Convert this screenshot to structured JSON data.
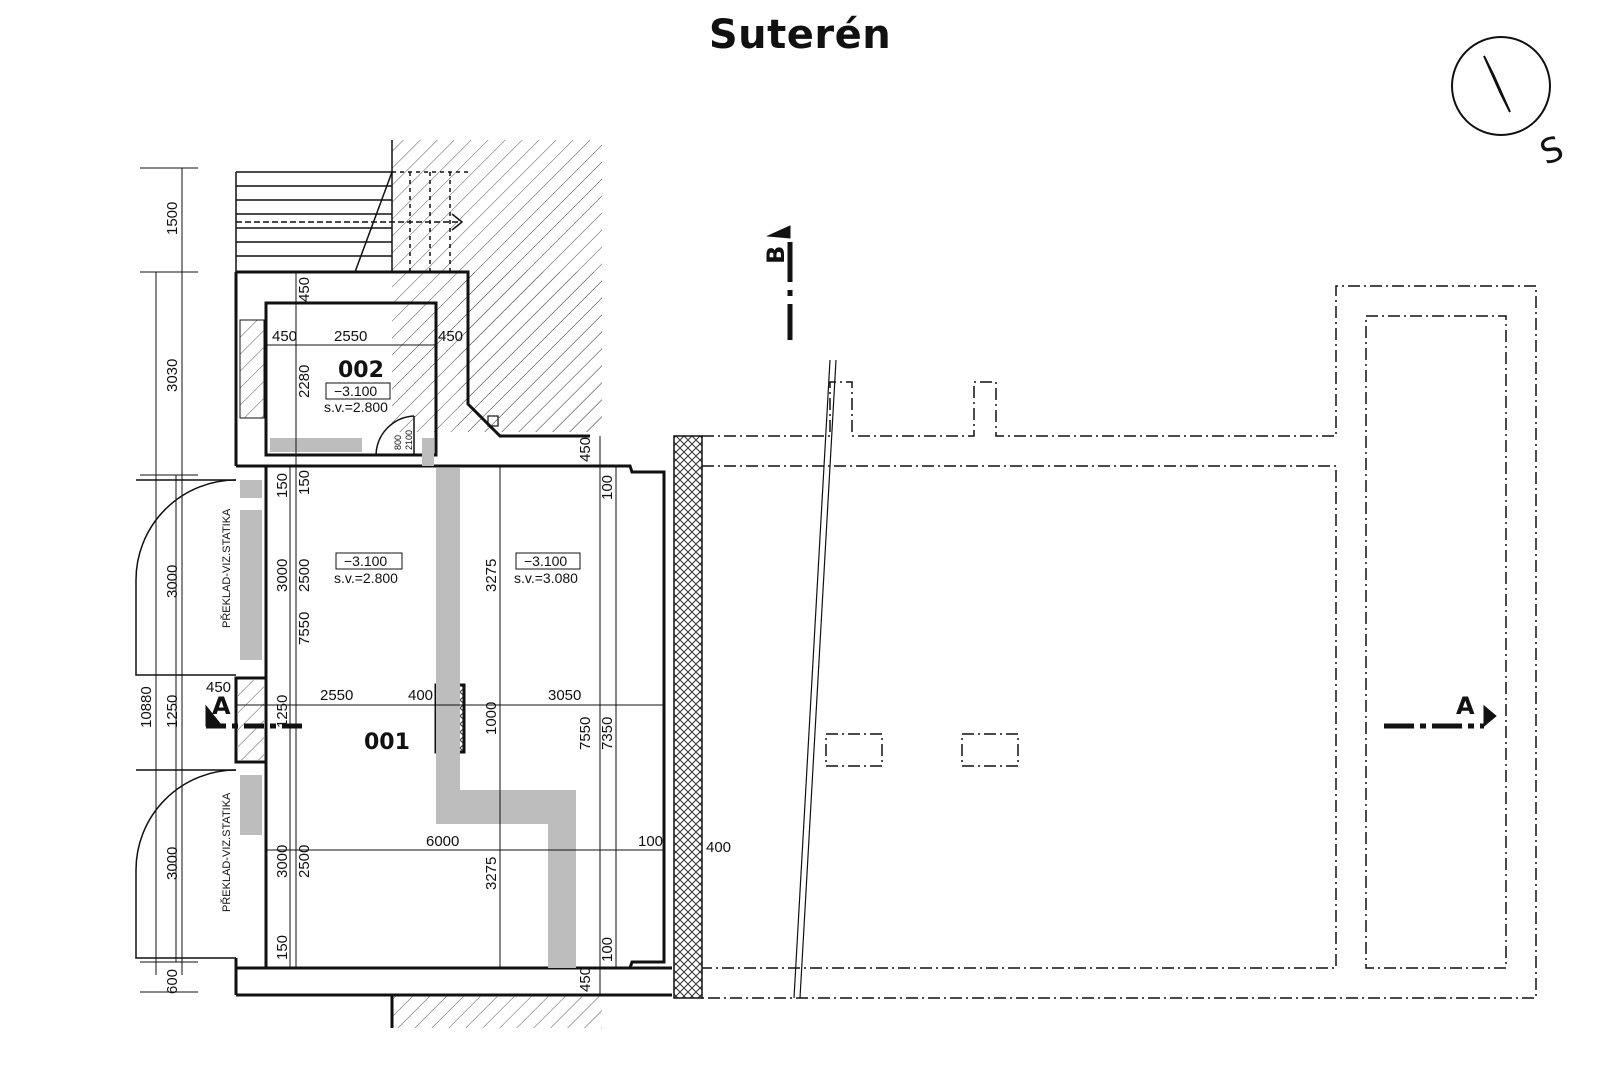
{
  "title": "Suterén",
  "north_label": "S",
  "rooms": [
    {
      "number": "002",
      "level": "−3.100",
      "clear_height": "s.v.=2.800"
    },
    {
      "number": "001",
      "level_a": "−3.100",
      "clear_height_a": "s.v.=2.800",
      "level_b": "−3.100",
      "clear_height_b": "s.v.=3.080"
    }
  ],
  "door": {
    "width": "800",
    "height": "2100"
  },
  "sections": {
    "a_left": "A",
    "a_right": "A",
    "b": "B"
  },
  "notes": {
    "lintel_upper": "PŘEKLAD-VIZ.STATIKA",
    "lintel_lower": "PŘEKLAD-VIZ.STATIKA"
  },
  "dimensions": {
    "left_outer": [
      "1500",
      "3030",
      "10880",
      "600"
    ],
    "left_middle": [
      "3000",
      "1250",
      "3000"
    ],
    "inner_vertical": [
      "450",
      "2280",
      "150",
      "150",
      "3000",
      "2500",
      "7550",
      "1250",
      "3000",
      "2500",
      "150",
      "3275",
      "1000",
      "3275",
      "100",
      "7550",
      "7350",
      "100",
      "450",
      "450"
    ],
    "horizontal_top": [
      "450",
      "2550",
      "450"
    ],
    "horizontal_mid": [
      "450",
      "2550",
      "400",
      "3050"
    ],
    "horizontal_low": [
      "6000",
      "100",
      "400"
    ]
  }
}
